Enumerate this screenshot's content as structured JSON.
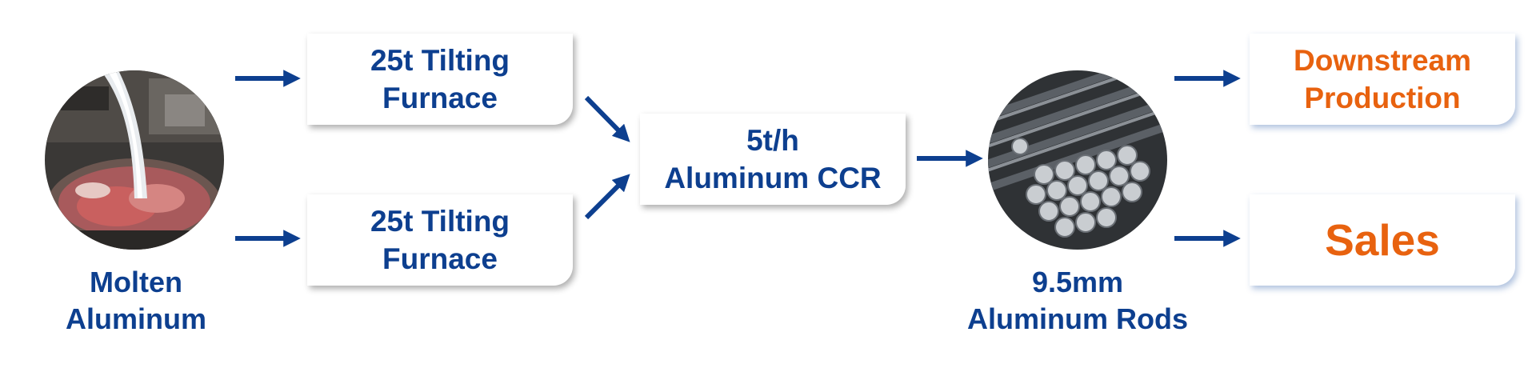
{
  "colors": {
    "primary": "#0d3f8f",
    "accent": "#e8620f",
    "arrow": "#0d3f8f"
  },
  "source": {
    "icon": "molten-aluminum-photo",
    "label_line1": "Molten",
    "label_line2": "Aluminum"
  },
  "furnace_top": {
    "line1": "25t Tilting",
    "line2": "Furnace"
  },
  "furnace_bottom": {
    "line1": "25t Tilting",
    "line2": "Furnace"
  },
  "ccr": {
    "line1": "5t/h",
    "line2": "Aluminum CCR"
  },
  "rods": {
    "icon": "aluminum-rods-photo",
    "label_line1": "9.5mm",
    "label_line2": "Aluminum Rods"
  },
  "downstream": {
    "line1": "Downstream",
    "line2": "Production"
  },
  "sales": {
    "label": "Sales"
  }
}
